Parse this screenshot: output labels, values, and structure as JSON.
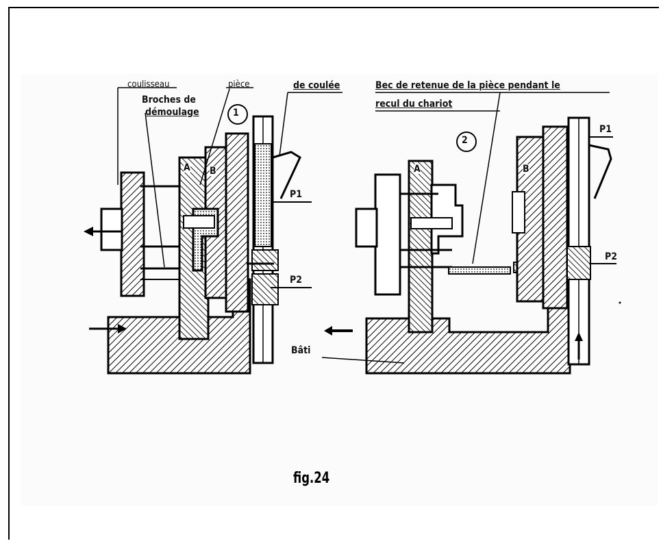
{
  "figure": {
    "caption": "fig.24",
    "left_panel": {
      "number": "1",
      "labels": {
        "coulisseau": "coulisseau",
        "pieces": "pièce",
        "broches_line1": "Broches de",
        "broches_line2": "démoulage",
        "de_coulee": "de coulée",
        "a": "A",
        "b": "B",
        "p1": "P1",
        "p2": "P2"
      }
    },
    "right_panel": {
      "number": "2",
      "labels": {
        "bec_line1": "Bec de retenue de la pièce pendant le",
        "bec_line2": "recul du chariot",
        "a": "A",
        "b": "B",
        "p1": "P1",
        "p2": "P2",
        "bati": "Bâti"
      }
    }
  }
}
